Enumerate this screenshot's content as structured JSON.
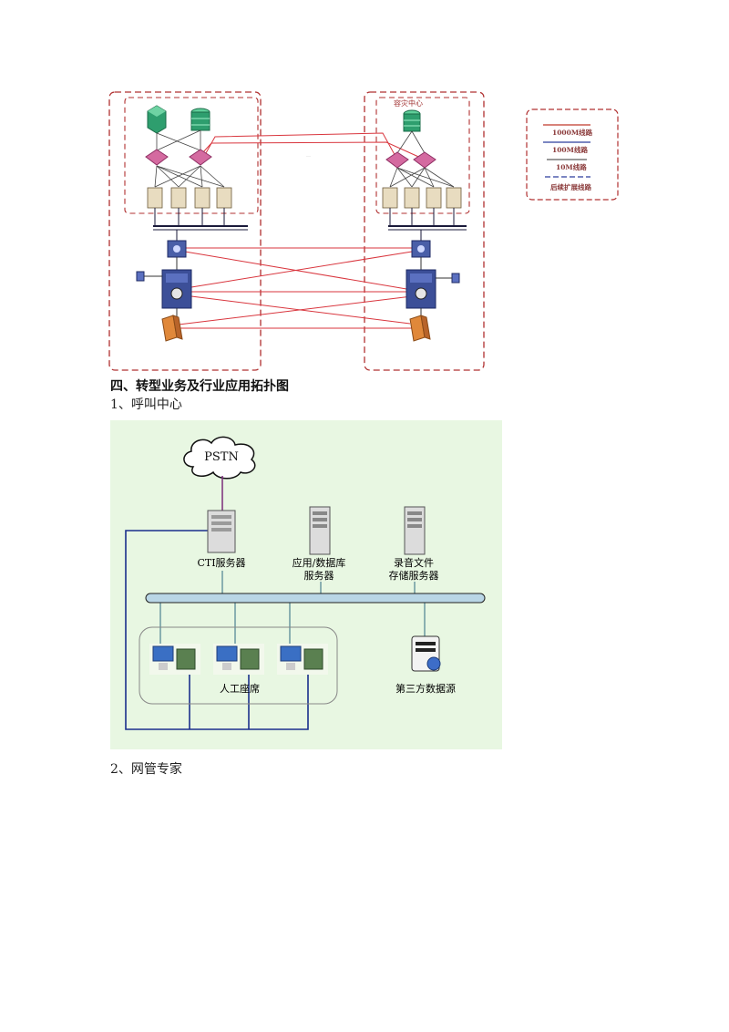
{
  "topology": {
    "dr_center_label": "容灾中心"
  },
  "legend": {
    "items": [
      {
        "label": "1000M线路",
        "color": "#c0392b"
      },
      {
        "label": "100M线路",
        "color": "#2c3e9e"
      },
      {
        "label": "10M线路",
        "color": "#333333"
      },
      {
        "label": "后续扩展线路",
        "color": "#2c3e9e"
      }
    ]
  },
  "section": {
    "heading": "四、转型业务及行业应用拓扑图",
    "sub1": "1、呼叫中心",
    "sub2": "2、网管专家"
  },
  "callcenter": {
    "cloud": "PSTN",
    "cti": "CTI服务器",
    "app_db_1": "应用/数据库",
    "app_db_2": "服务器",
    "rec_1": "录音文件",
    "rec_2": "存储服务器",
    "agents": "人工座席",
    "third_party": "第三方数据源"
  },
  "colors": {
    "dash_red": "#b03030",
    "link_red": "#d9363e",
    "bus_blue": "#1a2f8c",
    "panel_green": "#e8f7e2"
  }
}
